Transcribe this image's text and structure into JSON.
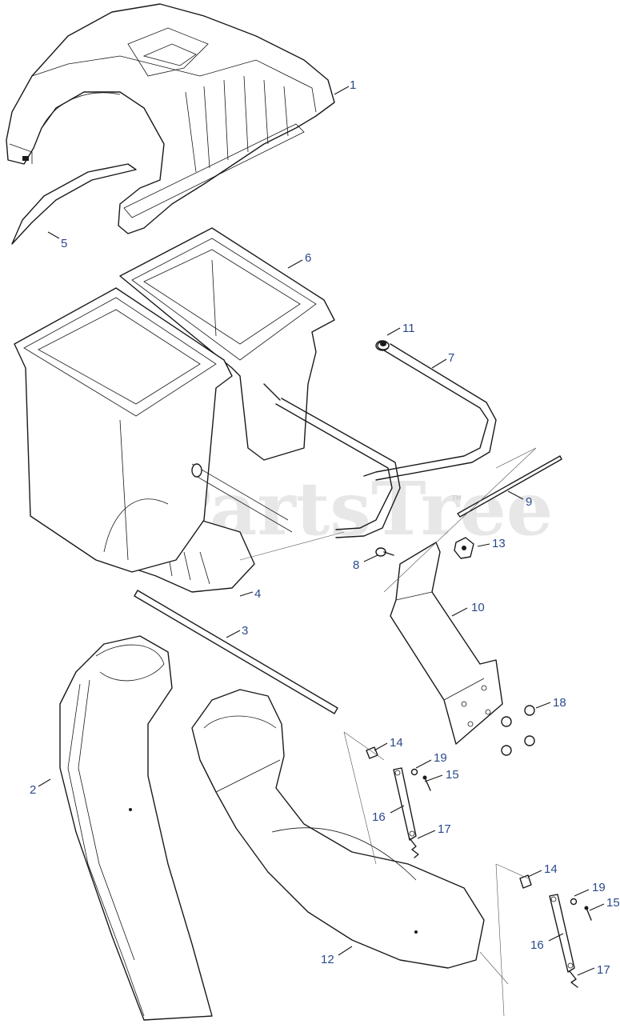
{
  "watermark": {
    "text": "PartsTree",
    "tm": "TM"
  },
  "callouts": [
    {
      "id": "c1",
      "label": "1"
    },
    {
      "id": "c2",
      "label": "2"
    },
    {
      "id": "c3",
      "label": "3"
    },
    {
      "id": "c4",
      "label": "4"
    },
    {
      "id": "c5",
      "label": "5"
    },
    {
      "id": "c6",
      "label": "6"
    },
    {
      "id": "c7",
      "label": "7"
    },
    {
      "id": "c8",
      "label": "8"
    },
    {
      "id": "c9",
      "label": "9"
    },
    {
      "id": "c10",
      "label": "10"
    },
    {
      "id": "c11",
      "label": "11"
    },
    {
      "id": "c12",
      "label": "12"
    },
    {
      "id": "c13",
      "label": "13"
    },
    {
      "id": "c14a",
      "label": "14"
    },
    {
      "id": "c14b",
      "label": "14"
    },
    {
      "id": "c15a",
      "label": "15"
    },
    {
      "id": "c15b",
      "label": "15"
    },
    {
      "id": "c16a",
      "label": "16"
    },
    {
      "id": "c16b",
      "label": "16"
    },
    {
      "id": "c17a",
      "label": "17"
    },
    {
      "id": "c17b",
      "label": "17"
    },
    {
      "id": "c18",
      "label": "18"
    },
    {
      "id": "c19a",
      "label": "19"
    },
    {
      "id": "c19b",
      "label": "19"
    }
  ]
}
